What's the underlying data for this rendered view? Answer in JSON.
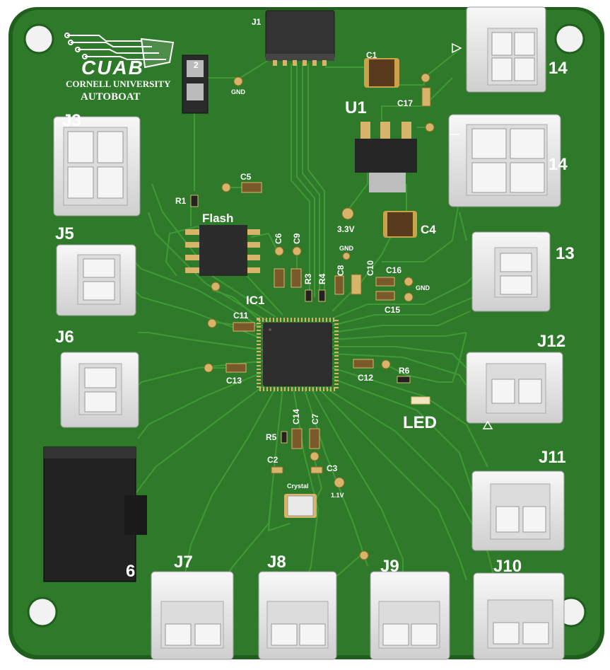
{
  "logo": {
    "mark": "CUAB",
    "line1": "CORNELL UNIVERSITY",
    "line2": "AUTOBOAT"
  },
  "colors": {
    "board": "#2f7a2a",
    "board_edge": "#1f5e1c",
    "trace": "#3f9a36",
    "pad_gold": "#d8b46a",
    "connector": "#e9e9e9",
    "chip": "#2d2d2d"
  },
  "connectors": {
    "J1": "J1",
    "J2": "2",
    "J3": "J3",
    "J4a": "14",
    "J4b": "14",
    "J13": "13",
    "J5": "J5",
    "J6": "J6",
    "J12": "J12",
    "J11": "J11",
    "Jpower": "6",
    "J7": "J7",
    "J8": "J8",
    "J9": "J9",
    "J10": "J10"
  },
  "components": {
    "C1": "C1",
    "C17": "C17",
    "U1": "U1",
    "C4": "C4",
    "R1": "R1",
    "C5": "C5",
    "Flash": "Flash",
    "C6": "C6",
    "C9": "C9",
    "R3": "R3",
    "R4": "R4",
    "C8": "C8",
    "C10": "C10",
    "C16": "C16",
    "C15": "C15",
    "IC1": "IC1",
    "C11": "C11",
    "C13": "C13",
    "C12": "C12",
    "R6": "R6",
    "LED": "LED",
    "C14": "C14",
    "C7": "C7",
    "R5": "R5",
    "C2": "C2",
    "C3": "C3",
    "Crystal": "Crystal"
  },
  "testpoints": {
    "gnd_top": "GND",
    "v33": "3.3V",
    "gnd_mid": "GND",
    "gnd_right": "GND",
    "v11": "1.1V"
  }
}
